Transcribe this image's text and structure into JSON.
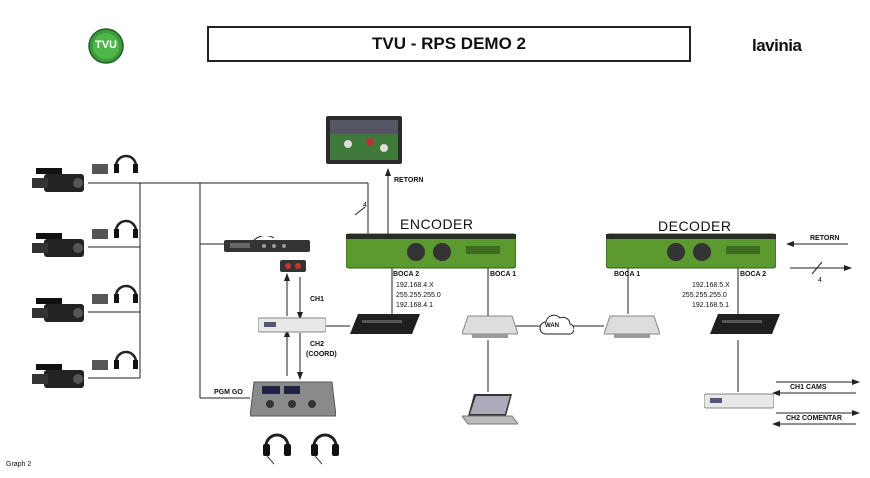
{
  "header": {
    "title": "TVU - RPS DEMO 2",
    "left_logo_text": "TVU",
    "right_logo_text": "lavinia"
  },
  "encoder": {
    "name": "ENCODER",
    "retorn_label": "RETORN",
    "link_count": "4",
    "port2_label": "BOCA 2",
    "port1_label": "BOCA 1",
    "network": [
      "192.168.4.X",
      "255.255.255.0",
      "192.168.4.1"
    ]
  },
  "decoder": {
    "name": "DECODER",
    "retorn_label": "RETORN",
    "link_count": "4",
    "port1_label": "BOCA 1",
    "port2_label": "BOCA 2",
    "network": [
      "192.168.5.X",
      "255.255.255.0",
      "192.168.5.1"
    ]
  },
  "wan_label": "WAN",
  "intercom": {
    "ch1_label": "CH1",
    "ch2_label": "CH2",
    "ch2_sub_label": "(COORD)",
    "pgm_label": "PGM GO"
  },
  "outputs": {
    "ch1_label": "CH1 CAMS",
    "ch2_label": "CH2 COMENTAR"
  },
  "caption": "Graph 2",
  "colors": {
    "rack_green": "#5a9a2e",
    "logo_green": "#3c9b3a",
    "line": "#222222"
  }
}
